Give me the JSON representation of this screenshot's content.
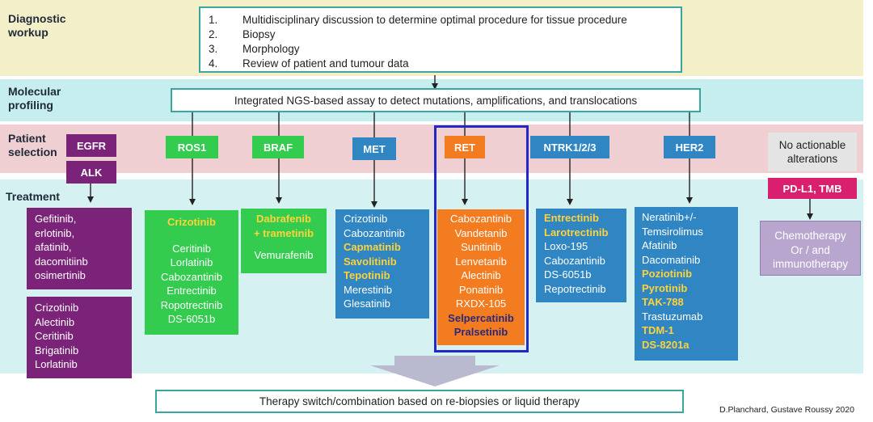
{
  "bands": {
    "diagnostic": "Diagnostic\nworkup",
    "molecular": "Molecular\nprofiling",
    "patient": "Patient\nselection",
    "treatment": "Treatment"
  },
  "workup_steps": [
    {
      "num": "1.",
      "text": "Multidisciplinary discussion to determine optimal procedure for tissue procedure"
    },
    {
      "num": "2.",
      "text": "Biopsy"
    },
    {
      "num": "3.",
      "text": "Morphology"
    },
    {
      "num": "4.",
      "text": "Review of patient and tumour data"
    }
  ],
  "ngs_assay": "Integrated NGS-based assay to detect mutations, amplifications, and translocations",
  "targets": {
    "egfr": "EGFR",
    "alk": "ALK",
    "ros1": "ROS1",
    "braf": "BRAF",
    "met": "MET",
    "ret": "RET",
    "ntrk": "NTRK1/2/3",
    "her2": "HER2",
    "none": "No actionable alterations",
    "pdl1": "PD-L1, TMB"
  },
  "drugs": {
    "egfr": [
      "Gefitinib,",
      "erlotinib,",
      "afatinib,",
      "dacomitiinb",
      "osimertinib"
    ],
    "alk": [
      "Crizotinib",
      "Alectinib",
      "Ceritinib",
      "Brigatinib",
      "Lorlatinib"
    ],
    "ros1_highlight": "Crizotinib",
    "ros1": [
      "Ceritinib",
      "Lorlatinib",
      "Cabozantinib",
      "Entrectinib",
      "Ropotrectinib",
      "DS-6051b"
    ],
    "braf_highlight": [
      "Dabrafenib",
      "+ trametinib"
    ],
    "braf": [
      "Vemurafenib"
    ],
    "met": [
      {
        "name": "Crizotinib",
        "hl": false
      },
      {
        "name": "Cabozantinib",
        "hl": false
      },
      {
        "name": "Capmatinib",
        "hl": true
      },
      {
        "name": "Savolitinib",
        "hl": true
      },
      {
        "name": "Tepotinib",
        "hl": true
      },
      {
        "name": "Merestinib",
        "hl": false
      },
      {
        "name": "Glesatinib",
        "hl": false
      }
    ],
    "ret": [
      {
        "name": "Cabozantinib",
        "hl": false
      },
      {
        "name": "Vandetanib",
        "hl": false
      },
      {
        "name": "Sunitinib",
        "hl": false
      },
      {
        "name": "Lenvetanib",
        "hl": false
      },
      {
        "name": "Alectinib",
        "hl": false
      },
      {
        "name": "Ponatinib",
        "hl": false
      },
      {
        "name": "RXDX-105",
        "hl": false
      },
      {
        "name": "Selpercatinib",
        "hl": true
      },
      {
        "name": "Pralsetinib",
        "hl": true
      }
    ],
    "ntrk": [
      {
        "name": "Entrectinib",
        "hl": true
      },
      {
        "name": "Larotrectinib",
        "hl": true
      },
      {
        "name": "Loxo-195",
        "hl": false
      },
      {
        "name": "Cabozantinib",
        "hl": false
      },
      {
        "name": "DS-6051b",
        "hl": false
      },
      {
        "name": "Repotrectinib",
        "hl": false
      }
    ],
    "her2": [
      {
        "name": "Neratinib+/-",
        "hl": false
      },
      {
        "name": "Temsirolimus",
        "hl": false
      },
      {
        "name": "Afatinib",
        "hl": false
      },
      {
        "name": "Dacomatinib",
        "hl": false
      },
      {
        "name": "Poziotinib",
        "hl": true
      },
      {
        "name": "Pyrotinib",
        "hl": true
      },
      {
        "name": "TAK-788",
        "hl": true
      },
      {
        "name": "Trastuzumab",
        "hl": false
      },
      {
        "name": "TDM-1",
        "hl": true
      },
      {
        "name": "DS-8201a",
        "hl": true
      }
    ],
    "none": [
      "Chemotherapy",
      "Or / and",
      "immunotherapy"
    ]
  },
  "therapy_switch": "Therapy switch/combination based on re-biopsies or liquid therapy",
  "credit": "D.Planchard, Gustave Roussy 2020",
  "colors": {
    "purple": "#7b2378",
    "green": "#33cc4f",
    "orange": "#f47c20",
    "blue": "#2f86c3",
    "magenta": "#d8206f",
    "lavender": "#b8a6cf",
    "highlight": "#ffd23a",
    "ret_frame": "#2228c8"
  }
}
